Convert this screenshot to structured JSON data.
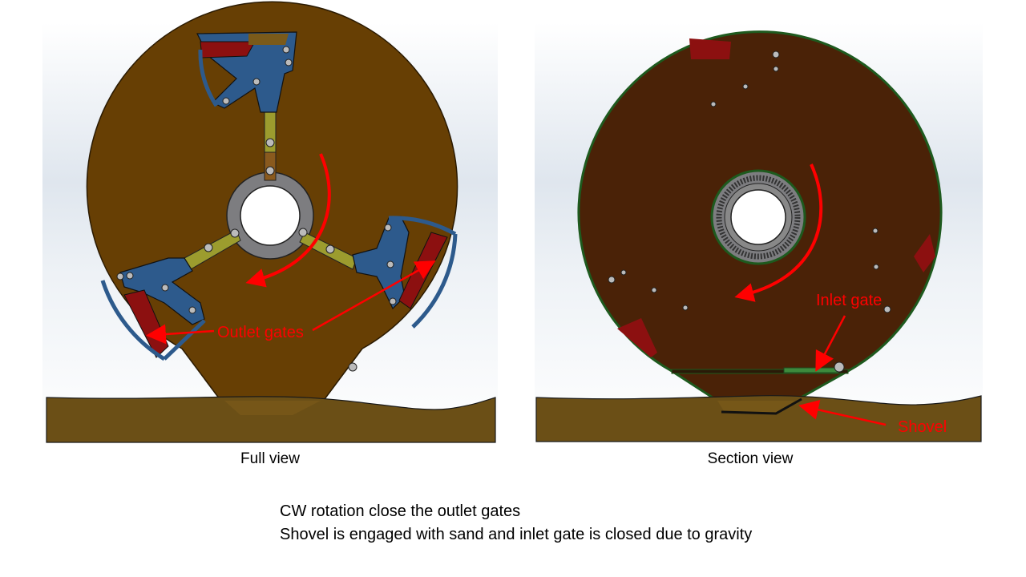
{
  "full_view": {
    "caption": "Full view",
    "outlet_gates_label": "Outlet gates"
  },
  "section_view": {
    "caption": "Section view",
    "inlet_gate_label": "Inlet gate",
    "shovel_label": "Shovel"
  },
  "notes": [
    "CW rotation close the outlet gates",
    "Shovel is engaged with sand and inlet gate is closed due to gravity"
  ],
  "colors": {
    "wheel_full": "#673f04",
    "wheel_section": "#4a2207",
    "sand": "#6b4f16",
    "linkage_blue": "#2d5a8c",
    "gate_red": "#8c1010",
    "arrow": "#ff0000"
  }
}
